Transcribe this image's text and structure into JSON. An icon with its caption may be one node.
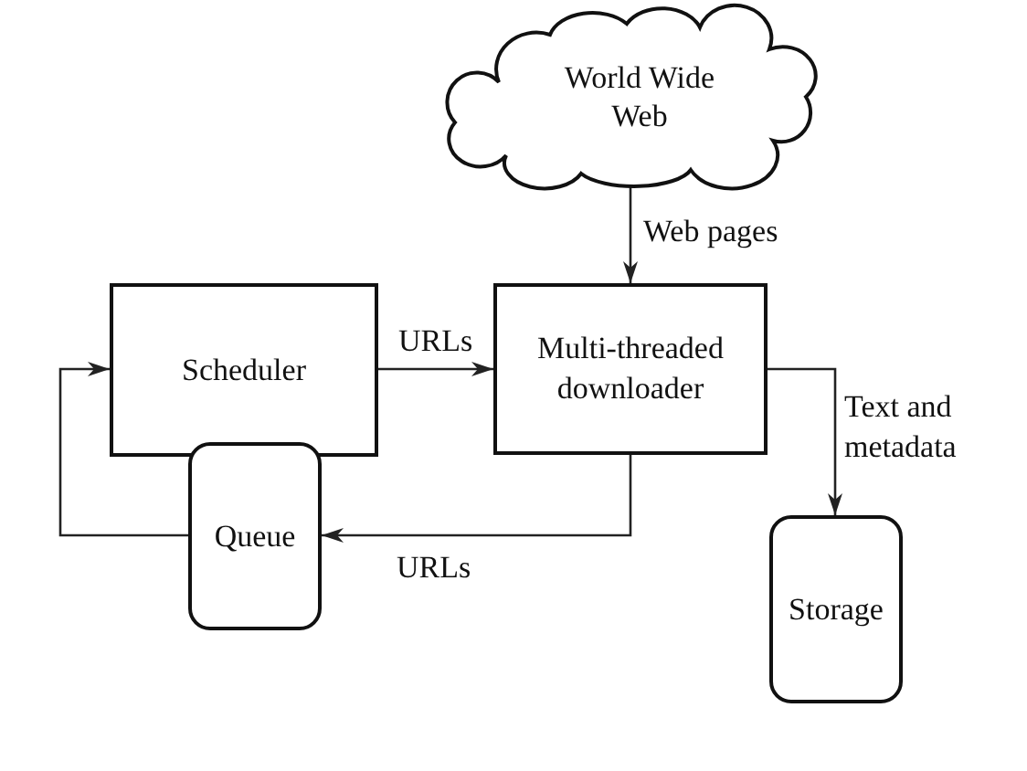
{
  "diagram": {
    "nodes": [
      {
        "text": [
          "World Wide Web"
        ]
      },
      {
        "text": [
          "Scheduler"
        ]
      },
      {
        "text": [
          "Multi-threaded downloader"
        ]
      },
      {
        "text": [
          "Queue"
        ]
      },
      {
        "text": [
          "Storage"
        ]
      }
    ],
    "edges": [
      {
        "from": 0,
        "to": 2,
        "arrow": "to",
        "label": "Web pages"
      },
      {
        "from": 1,
        "to": 2,
        "arrow": "to",
        "label": "URLs"
      },
      {
        "from": 2,
        "to": 4,
        "arrow": "to",
        "label": "Text and metadata"
      },
      {
        "from": 2,
        "to": 3,
        "arrow": "to",
        "label": "URLs"
      },
      {
        "from": 3,
        "to": 1,
        "arrow": "to"
      }
    ]
  }
}
